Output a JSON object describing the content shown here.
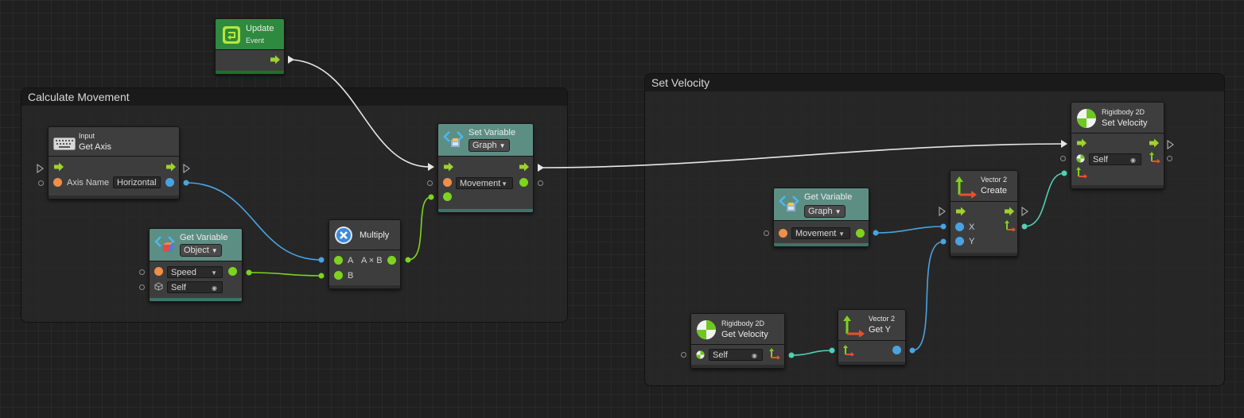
{
  "groups": {
    "calculate": {
      "title": "Calculate Movement"
    },
    "set_velocity": {
      "title": "Set Velocity"
    }
  },
  "nodes": {
    "update": {
      "title": "Update",
      "subtitle": "Event",
      "icon": "update-event-icon"
    },
    "get_axis": {
      "category": "Input",
      "title": "Get Axis",
      "port_label": "Axis Name",
      "axis_value": "Horizontal",
      "icon": "keyboard-icon"
    },
    "get_variable_object": {
      "title": "Get Variable",
      "kind": "Object",
      "name_value": "Speed",
      "target_value": "Self",
      "icon": "variable-icon"
    },
    "multiply": {
      "title": "Multiply",
      "port_a": "A",
      "port_b": "B",
      "output_label": "A × B",
      "icon": "multiply-icon"
    },
    "set_variable": {
      "title": "Set Variable",
      "kind": "Graph",
      "name_value": "Movement",
      "icon": "variable-icon"
    },
    "get_variable_graph": {
      "title": "Get Variable",
      "kind": "Graph",
      "name_value": "Movement",
      "icon": "variable-icon"
    },
    "vector2_create": {
      "category": "Vector 2",
      "title": "Create",
      "port_x": "X",
      "port_y": "Y",
      "icon": "vector-axes-icon"
    },
    "rigidbody_set_velocity": {
      "category": "Rigidbody 2D",
      "title": "Set Velocity",
      "target_value": "Self",
      "icon": "rigidbody-icon"
    },
    "rigidbody_get_velocity": {
      "category": "Rigidbody 2D",
      "title": "Get Velocity",
      "target_value": "Self",
      "icon": "rigidbody-icon"
    },
    "vector2_get_y": {
      "category": "Vector 2",
      "title": "Get Y",
      "icon": "vector-axes-icon"
    }
  },
  "colors": {
    "background": "#202020",
    "event_header": "#2e8a3e",
    "variable_header": "#5d8e84",
    "control_flow_arrow": "#9ed32b",
    "port_string": "#f08f4a",
    "port_float": "#4aa3e0",
    "port_generic": "#7ed31e",
    "wire_control": "#e6e6e6",
    "wire_vector": "#4fd1b4"
  }
}
